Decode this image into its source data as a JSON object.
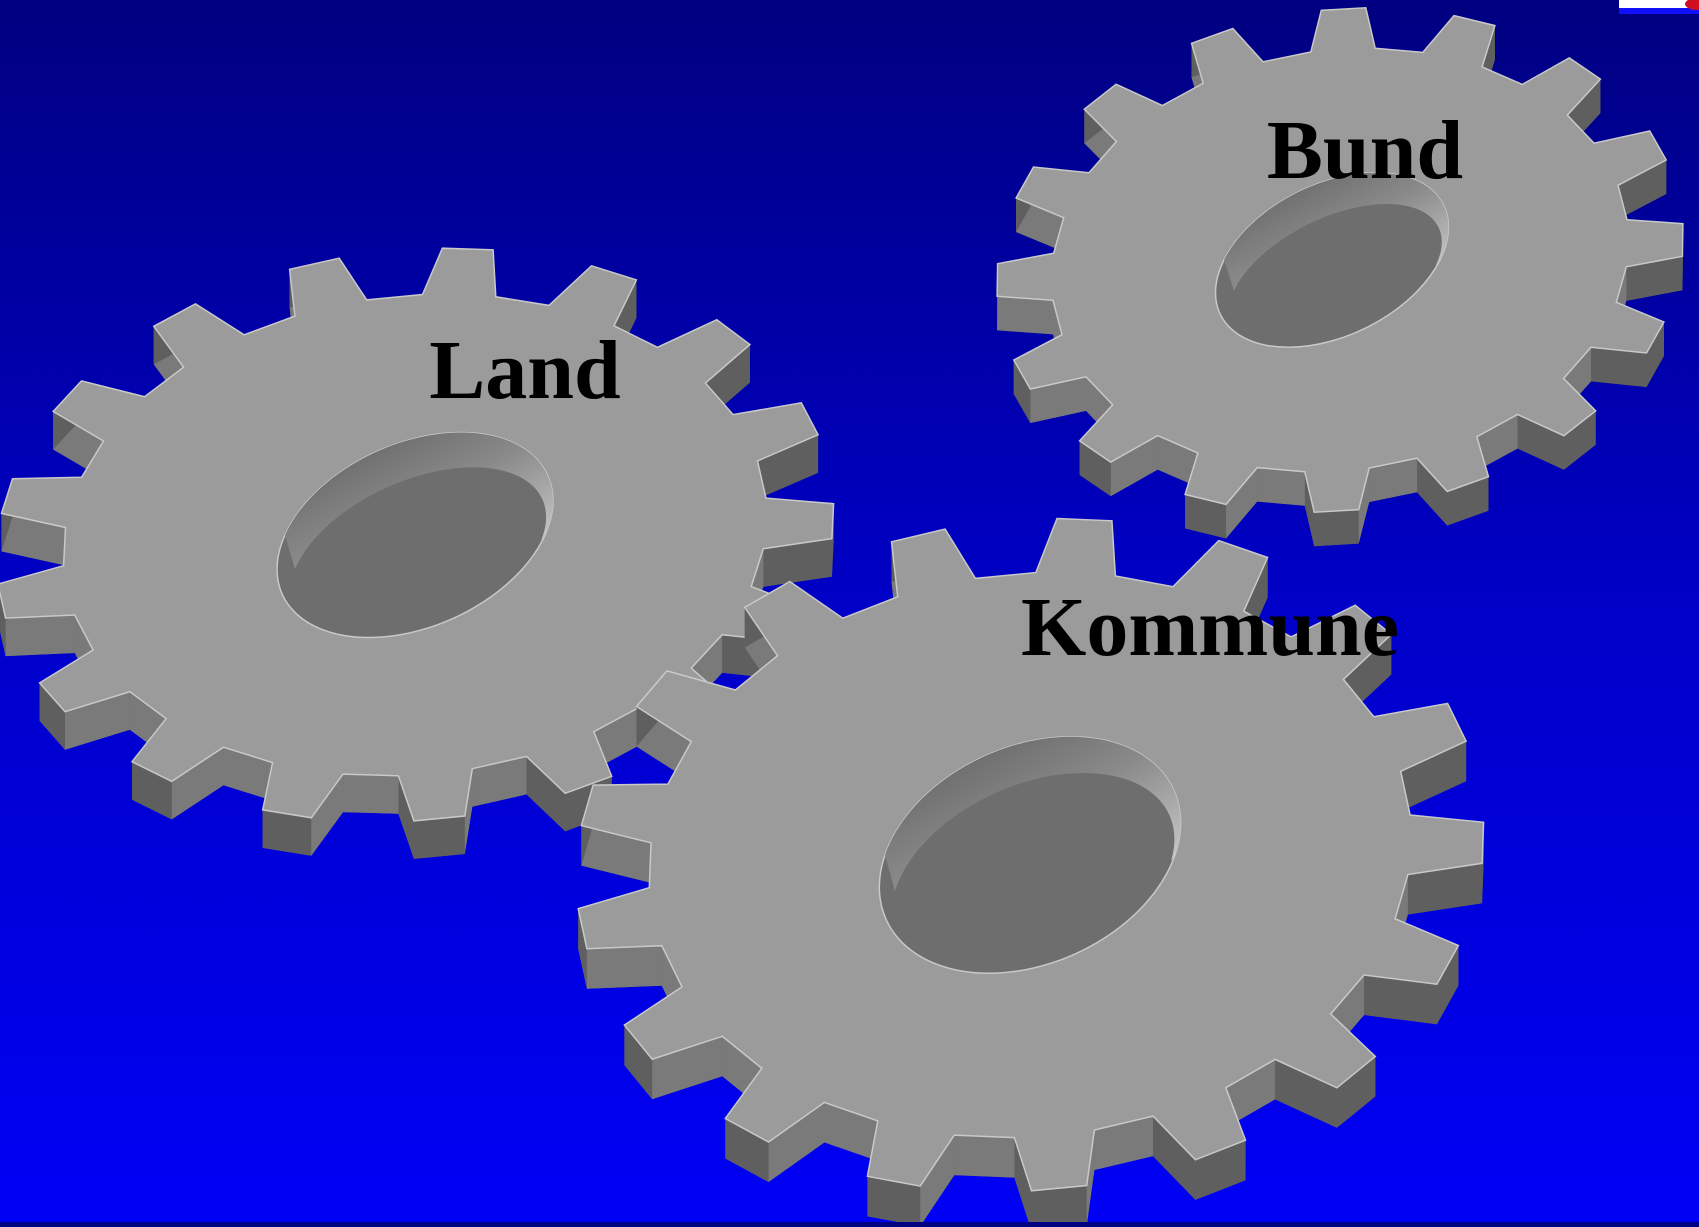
{
  "gears": [
    {
      "id": "land",
      "label": "Land"
    },
    {
      "id": "bund",
      "label": "Bund"
    },
    {
      "id": "kommune",
      "label": "Kommune"
    }
  ],
  "colors": {
    "background_top": "#000080",
    "background_bottom": "#0000f5",
    "gear_face": "#9b9b9b",
    "gear_side": "#6e6e6e",
    "gear_edge": "#c9c9c9",
    "label": "#000000"
  }
}
